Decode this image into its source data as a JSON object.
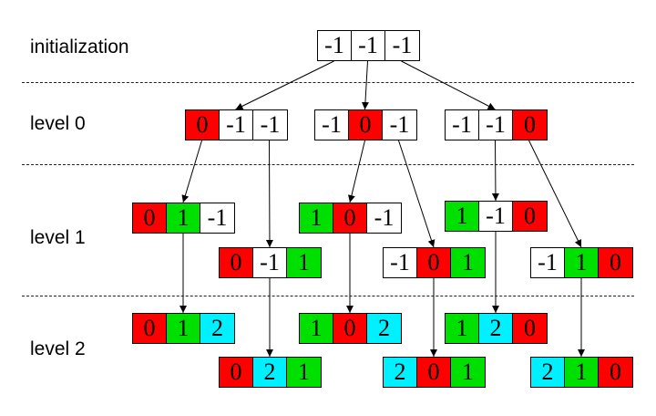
{
  "level_labels": [
    "initialization",
    "level 0",
    "level 1",
    "level 2"
  ],
  "colors": {
    "0": "#ff0000",
    "1": "#00e000",
    "2": "#00f0ff",
    "-1": "#ffffff"
  },
  "nodes": [
    {
      "id": "init",
      "values": [
        "-1",
        "-1",
        "-1"
      ]
    },
    {
      "id": "l0-a",
      "values": [
        "0",
        "-1",
        "-1"
      ]
    },
    {
      "id": "l0-b",
      "values": [
        "-1",
        "0",
        "-1"
      ]
    },
    {
      "id": "l0-c",
      "values": [
        "-1",
        "-1",
        "0"
      ]
    },
    {
      "id": "l1-a1",
      "values": [
        "0",
        "1",
        "-1"
      ]
    },
    {
      "id": "l1-a2",
      "values": [
        "0",
        "-1",
        "1"
      ]
    },
    {
      "id": "l1-b1",
      "values": [
        "1",
        "0",
        "-1"
      ]
    },
    {
      "id": "l1-b2",
      "values": [
        "-1",
        "0",
        "1"
      ]
    },
    {
      "id": "l1-c1",
      "values": [
        "1",
        "-1",
        "0"
      ]
    },
    {
      "id": "l1-c2",
      "values": [
        "-1",
        "1",
        "0"
      ]
    },
    {
      "id": "l2-a1",
      "values": [
        "0",
        "1",
        "2"
      ]
    },
    {
      "id": "l2-a2",
      "values": [
        "0",
        "2",
        "1"
      ]
    },
    {
      "id": "l2-b1",
      "values": [
        "1",
        "0",
        "2"
      ]
    },
    {
      "id": "l2-b2",
      "values": [
        "2",
        "0",
        "1"
      ]
    },
    {
      "id": "l2-c1",
      "values": [
        "1",
        "2",
        "0"
      ]
    },
    {
      "id": "l2-c2",
      "values": [
        "2",
        "1",
        "0"
      ]
    }
  ],
  "edges": [
    [
      "init",
      "l0-a"
    ],
    [
      "init",
      "l0-b"
    ],
    [
      "init",
      "l0-c"
    ],
    [
      "l0-a",
      "l1-a1"
    ],
    [
      "l0-a",
      "l1-a2"
    ],
    [
      "l0-b",
      "l1-b1"
    ],
    [
      "l0-b",
      "l1-b2"
    ],
    [
      "l0-c",
      "l1-c1"
    ],
    [
      "l0-c",
      "l1-c2"
    ],
    [
      "l1-a1",
      "l2-a1"
    ],
    [
      "l1-a2",
      "l2-a2"
    ],
    [
      "l1-b1",
      "l2-b1"
    ],
    [
      "l1-b2",
      "l2-b2"
    ],
    [
      "l1-c1",
      "l2-c1"
    ],
    [
      "l1-c2",
      "l2-c2"
    ]
  ]
}
